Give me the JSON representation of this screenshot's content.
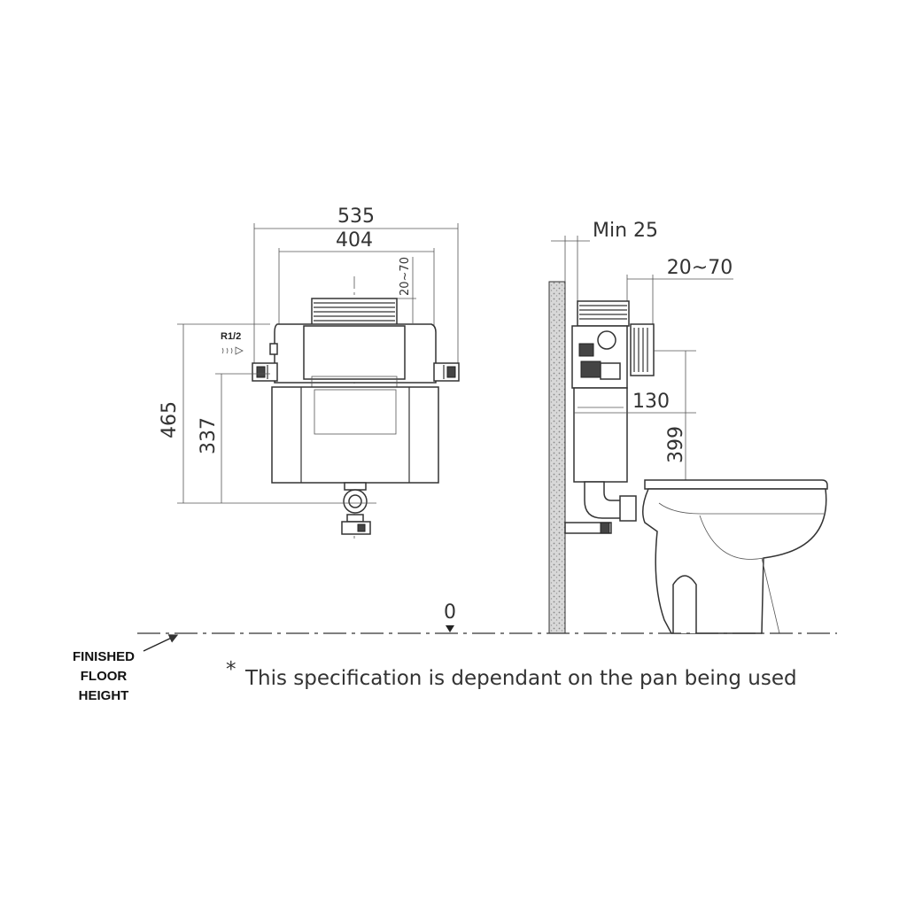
{
  "front_view": {
    "width_overall": "535",
    "width_frame": "404",
    "adjust_top": "20~70",
    "height_overall": "465",
    "height_outlet": "337",
    "inlet_thread": "R1/2"
  },
  "side_view": {
    "min_wall": "Min 25",
    "adjust_side": "20~70",
    "depth": "130",
    "pan_height": "399"
  },
  "floor": {
    "zero_mark": "0",
    "label_line1": "FINISHED",
    "label_line2": "FLOOR",
    "label_line3": "HEIGHT"
  },
  "footnote": {
    "asterisk": "*",
    "text": "This specification is dependant on the pan being used"
  }
}
